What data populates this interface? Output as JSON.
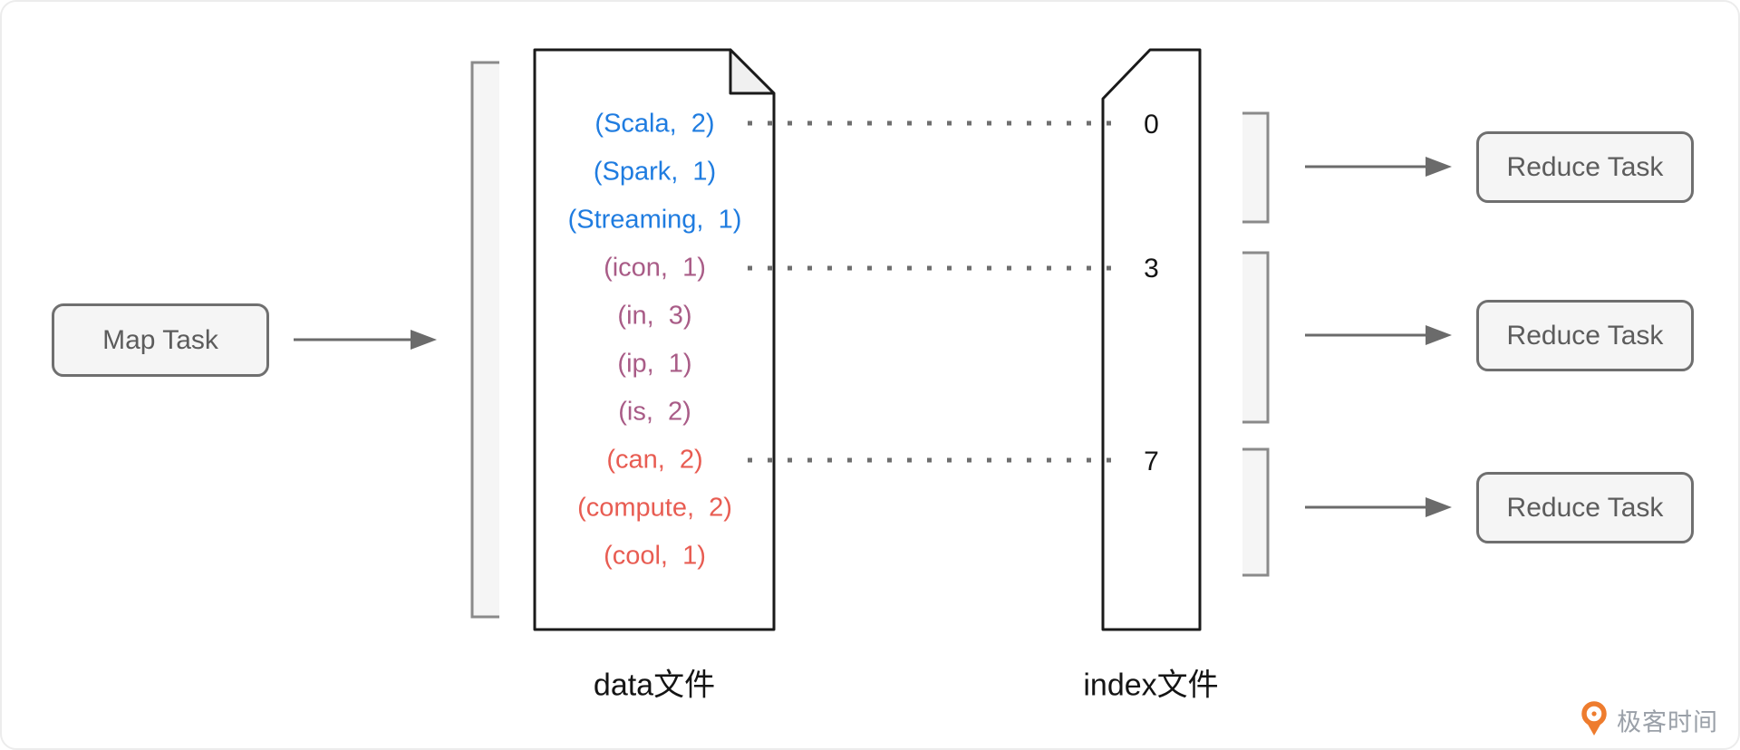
{
  "map_task": {
    "label": "Map Task"
  },
  "data_file": {
    "caption": "data文件",
    "rows": [
      {
        "text": "(Scala,  2)",
        "group": "spark_words"
      },
      {
        "text": "(Spark,  1)",
        "group": "spark_words"
      },
      {
        "text": "(Streaming,  1)",
        "group": "spark_words"
      },
      {
        "text": "(icon,  1)",
        "group": "i_words"
      },
      {
        "text": "(in,  3)",
        "group": "i_words"
      },
      {
        "text": "(ip,  1)",
        "group": "i_words"
      },
      {
        "text": "(is,  2)",
        "group": "i_words"
      },
      {
        "text": "(can,  2)",
        "group": "c_words"
      },
      {
        "text": "(compute,  2)",
        "group": "c_words"
      },
      {
        "text": "(cool,  1)",
        "group": "c_words"
      }
    ]
  },
  "index_file": {
    "caption": "index文件",
    "offsets": [
      "0",
      "3",
      "7"
    ]
  },
  "reduce_tasks": [
    {
      "label": "Reduce Task"
    },
    {
      "label": "Reduce Task"
    },
    {
      "label": "Reduce Task"
    }
  ],
  "logo": {
    "text": "极客时间",
    "color": "#ee7c2e"
  },
  "colors": {
    "spark_words": "#1f7ce0",
    "i_words": "#a95c87",
    "c_words": "#e85c52"
  }
}
